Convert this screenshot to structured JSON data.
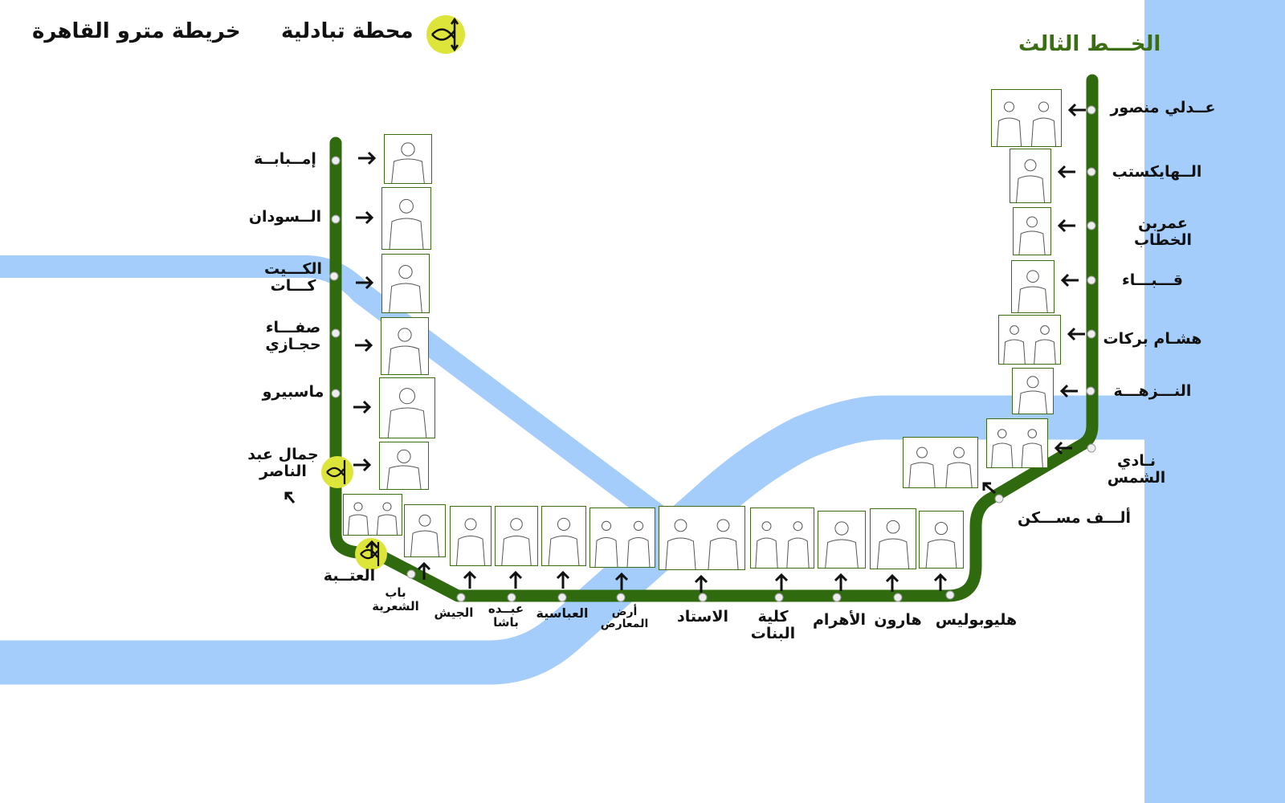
{
  "header": {
    "map_title": "خريطة مترو القاهرة",
    "legend_interchange": "محطة تبادلية"
  },
  "line": {
    "title": "الخـــط الثالث",
    "color": "#2f6a0f"
  },
  "colors": {
    "river": "#a5cdfb",
    "interchange": "#dde43a"
  },
  "stations": [
    {
      "name": "إمــبابــة"
    },
    {
      "name": "الــسودان"
    },
    {
      "name": "الكـــيت كـــات"
    },
    {
      "name": "صفـــاء حجـازي"
    },
    {
      "name": "ماسبيرو"
    },
    {
      "name": "جمال عبد الناصر",
      "interchange": true
    },
    {
      "name": "العتــبة",
      "interchange": true
    },
    {
      "name": "باب الشعرية"
    },
    {
      "name": "الجيش"
    },
    {
      "name": "عبــده باشا"
    },
    {
      "name": "العباسية"
    },
    {
      "name": "أرض المعارض"
    },
    {
      "name": "الاستاد"
    },
    {
      "name": "كلية البنات"
    },
    {
      "name": "الأهرام"
    },
    {
      "name": "هارون"
    },
    {
      "name": "هليوبوليس"
    },
    {
      "name": "ألـــف مســـكن"
    },
    {
      "name": "نـادي الشمس"
    },
    {
      "name": "النـــزهـــة"
    },
    {
      "name": "هشـام بركات"
    },
    {
      "name": "قـــبـــاء"
    },
    {
      "name": "عمربن الخطاب"
    },
    {
      "name": "الــهايكستب"
    },
    {
      "name": "عــدلي منصور"
    }
  ]
}
